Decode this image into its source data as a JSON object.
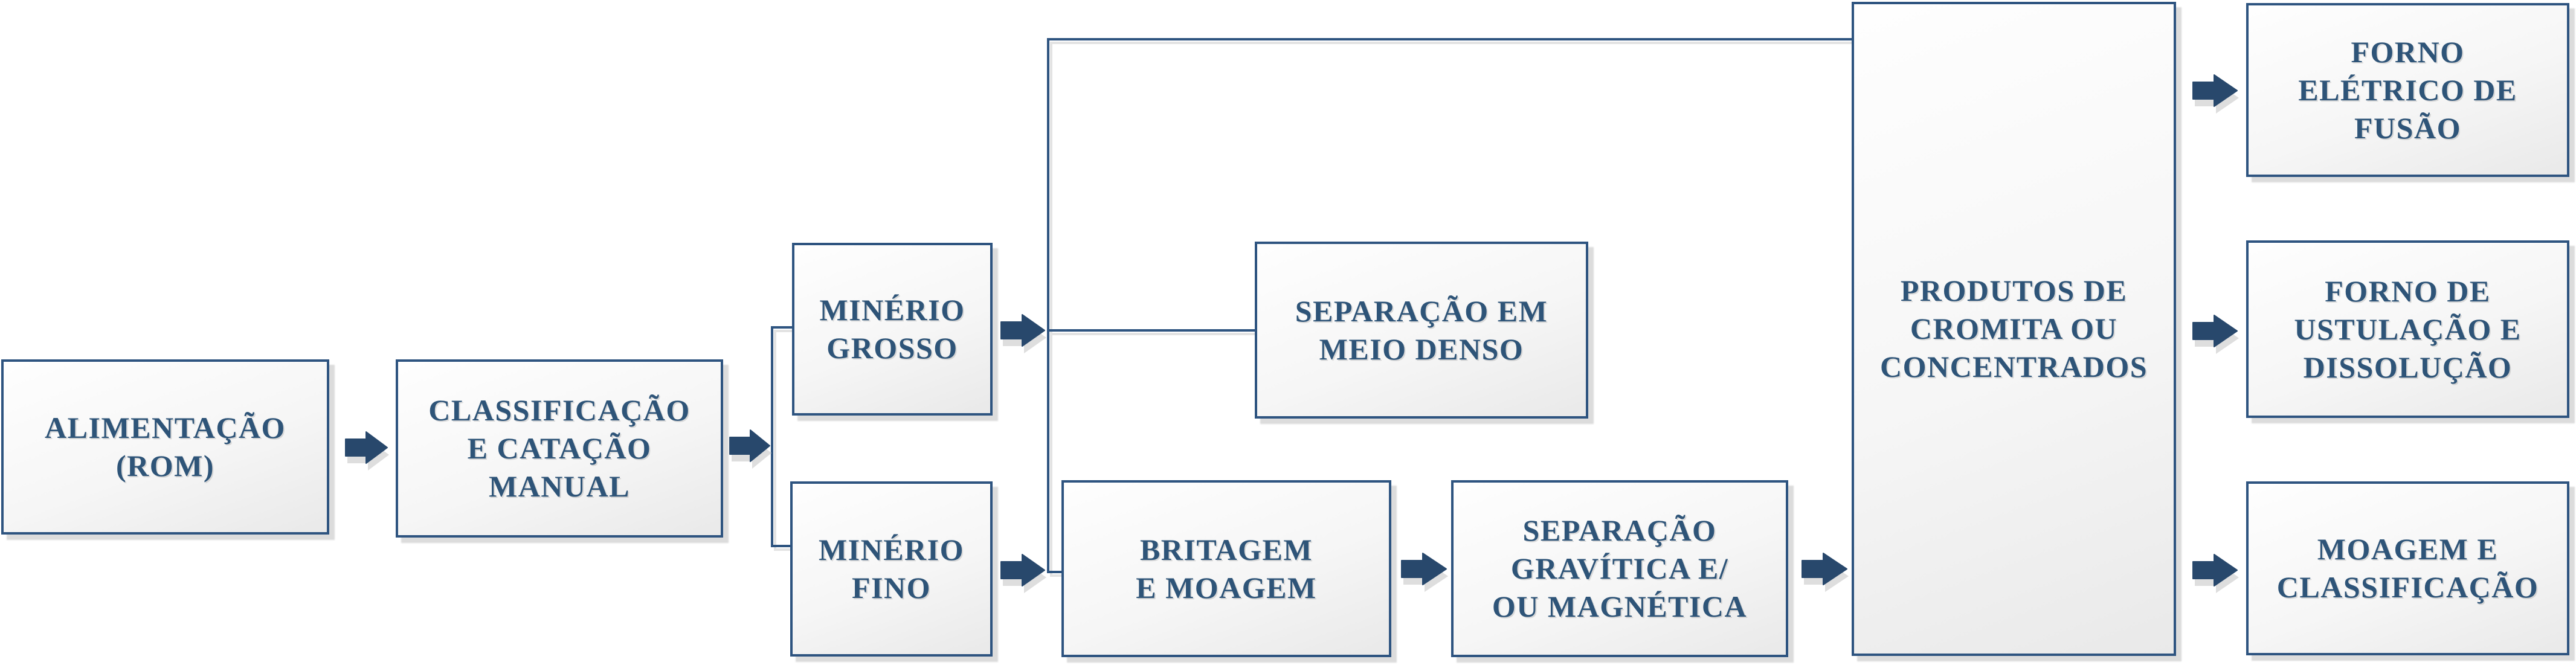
{
  "diagram": {
    "type": "flowchart",
    "language": "pt-BR",
    "background": "#ffffff"
  },
  "colors": {
    "box_border": "#2E5480",
    "box_text": "#2E5478",
    "box_fill_top": "#fefefe",
    "box_fill_bottom": "#e9e9e9",
    "connector_line": "#2E5480",
    "arrow_fill": "#28486C",
    "shadow": "#dcdcdc"
  },
  "nodes": [
    {
      "id": "alimentacao-rom",
      "label": "ALIMENTAÇÃO\n(ROM)"
    },
    {
      "id": "classificacao-catacao-manual",
      "label": "CLASSIFICAÇÃO\nE CATAÇÃO\nMANUAL"
    },
    {
      "id": "minerio-grosso",
      "label": "MINÉRIO\nGROSSO"
    },
    {
      "id": "minerio-fino",
      "label": "MINÉRIO\nFINO"
    },
    {
      "id": "separacao-meio-denso",
      "label": "SEPARAÇÃO EM\nMEIO DENSO"
    },
    {
      "id": "britagem-moagem",
      "label": "BRITAGEM\nE MOAGEM"
    },
    {
      "id": "separacao-gravitica-magnetica",
      "label": "SEPARAÇÃO\nGRAVÍTICA E/\nOU MAGNÉTICA"
    },
    {
      "id": "produtos-cromita-concentrados",
      "label": "PRODUTOS DE\nCROMITA OU\nCONCENTRADOS"
    },
    {
      "id": "forno-eletrico-fusao",
      "label": "FORNO\nELÉTRICO DE\nFUSÃO"
    },
    {
      "id": "forno-ustulacao-dissolucao",
      "label": "FORNO DE\nUSTULAÇÃO E\nDISSOLUÇÃO"
    },
    {
      "id": "moagem-classificacao",
      "label": "MOAGEM E\nCLASSIFICAÇÃO"
    }
  ],
  "edges": [
    {
      "from": "alimentacao-rom",
      "to": "classificacao-catacao-manual"
    },
    {
      "from": "classificacao-catacao-manual",
      "to": "minerio-grosso"
    },
    {
      "from": "classificacao-catacao-manual",
      "to": "minerio-fino"
    },
    {
      "from": "minerio-grosso",
      "to": "separacao-meio-denso"
    },
    {
      "from": "minerio-grosso",
      "to": "produtos-cromita-concentrados"
    },
    {
      "from": "minerio-grosso",
      "to": "britagem-moagem"
    },
    {
      "from": "minerio-fino",
      "to": "britagem-moagem"
    },
    {
      "from": "britagem-moagem",
      "to": "separacao-gravitica-magnetica"
    },
    {
      "from": "separacao-gravitica-magnetica",
      "to": "produtos-cromita-concentrados"
    },
    {
      "from": "produtos-cromita-concentrados",
      "to": "forno-eletrico-fusao"
    },
    {
      "from": "produtos-cromita-concentrados",
      "to": "forno-ustulacao-dissolucao"
    },
    {
      "from": "produtos-cromita-concentrados",
      "to": "moagem-classificacao"
    }
  ]
}
